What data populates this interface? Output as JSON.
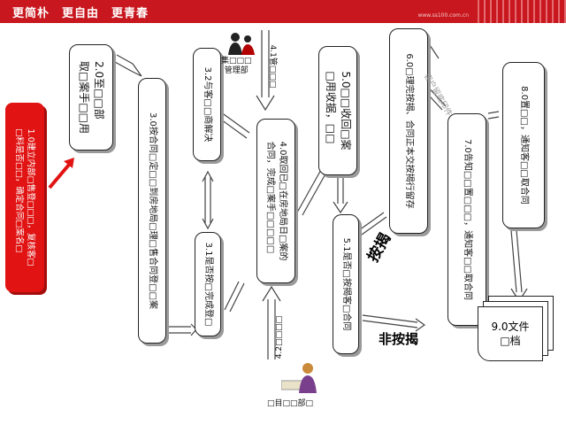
{
  "banner": {
    "slogan": "更简朴　更自由　更青春",
    "url": "www.ss100.com.cn"
  },
  "boxes": {
    "b1": "1.0建立内部□售登□□□，复核客□\n□料是否□□，确定合同□案名□",
    "b2": "2.0至□□部\n取□案手□□用",
    "b3": "3.0按合同□定□□到房地局□理□售合同登□□案",
    "b31": "3.1是否按□完成登□",
    "b32": "3.2与客□□商解决",
    "b4": "4.0取回已□在房地局日□案的\n合同，完成□案手□□□□□",
    "b41_label": "4.1管□□□",
    "b42_label": "4.2□□□□",
    "b5": "5.0□□收回□案\n□用收据，□□",
    "b51": "5.1是否□按揭客□合同",
    "b6": "6.0□理完按揭、合同正本交按揭行留存",
    "b7": "7.0告知□□置□□□，通知客□□取合同",
    "b8": "8.0置□□，通知客□□取合同",
    "b9": "9.0文件\n□档"
  },
  "people": {
    "manager_caption": "集□□□\n管理部",
    "staff_caption": "□目□□部□"
  },
  "labels": {
    "mortgage": "按揭",
    "non_mortgage": "非按揭",
    "client_leave": "客户留底印件"
  },
  "colors": {
    "banner": "#c8171e",
    "start_box": "#e11313",
    "arrow": "#555555"
  }
}
